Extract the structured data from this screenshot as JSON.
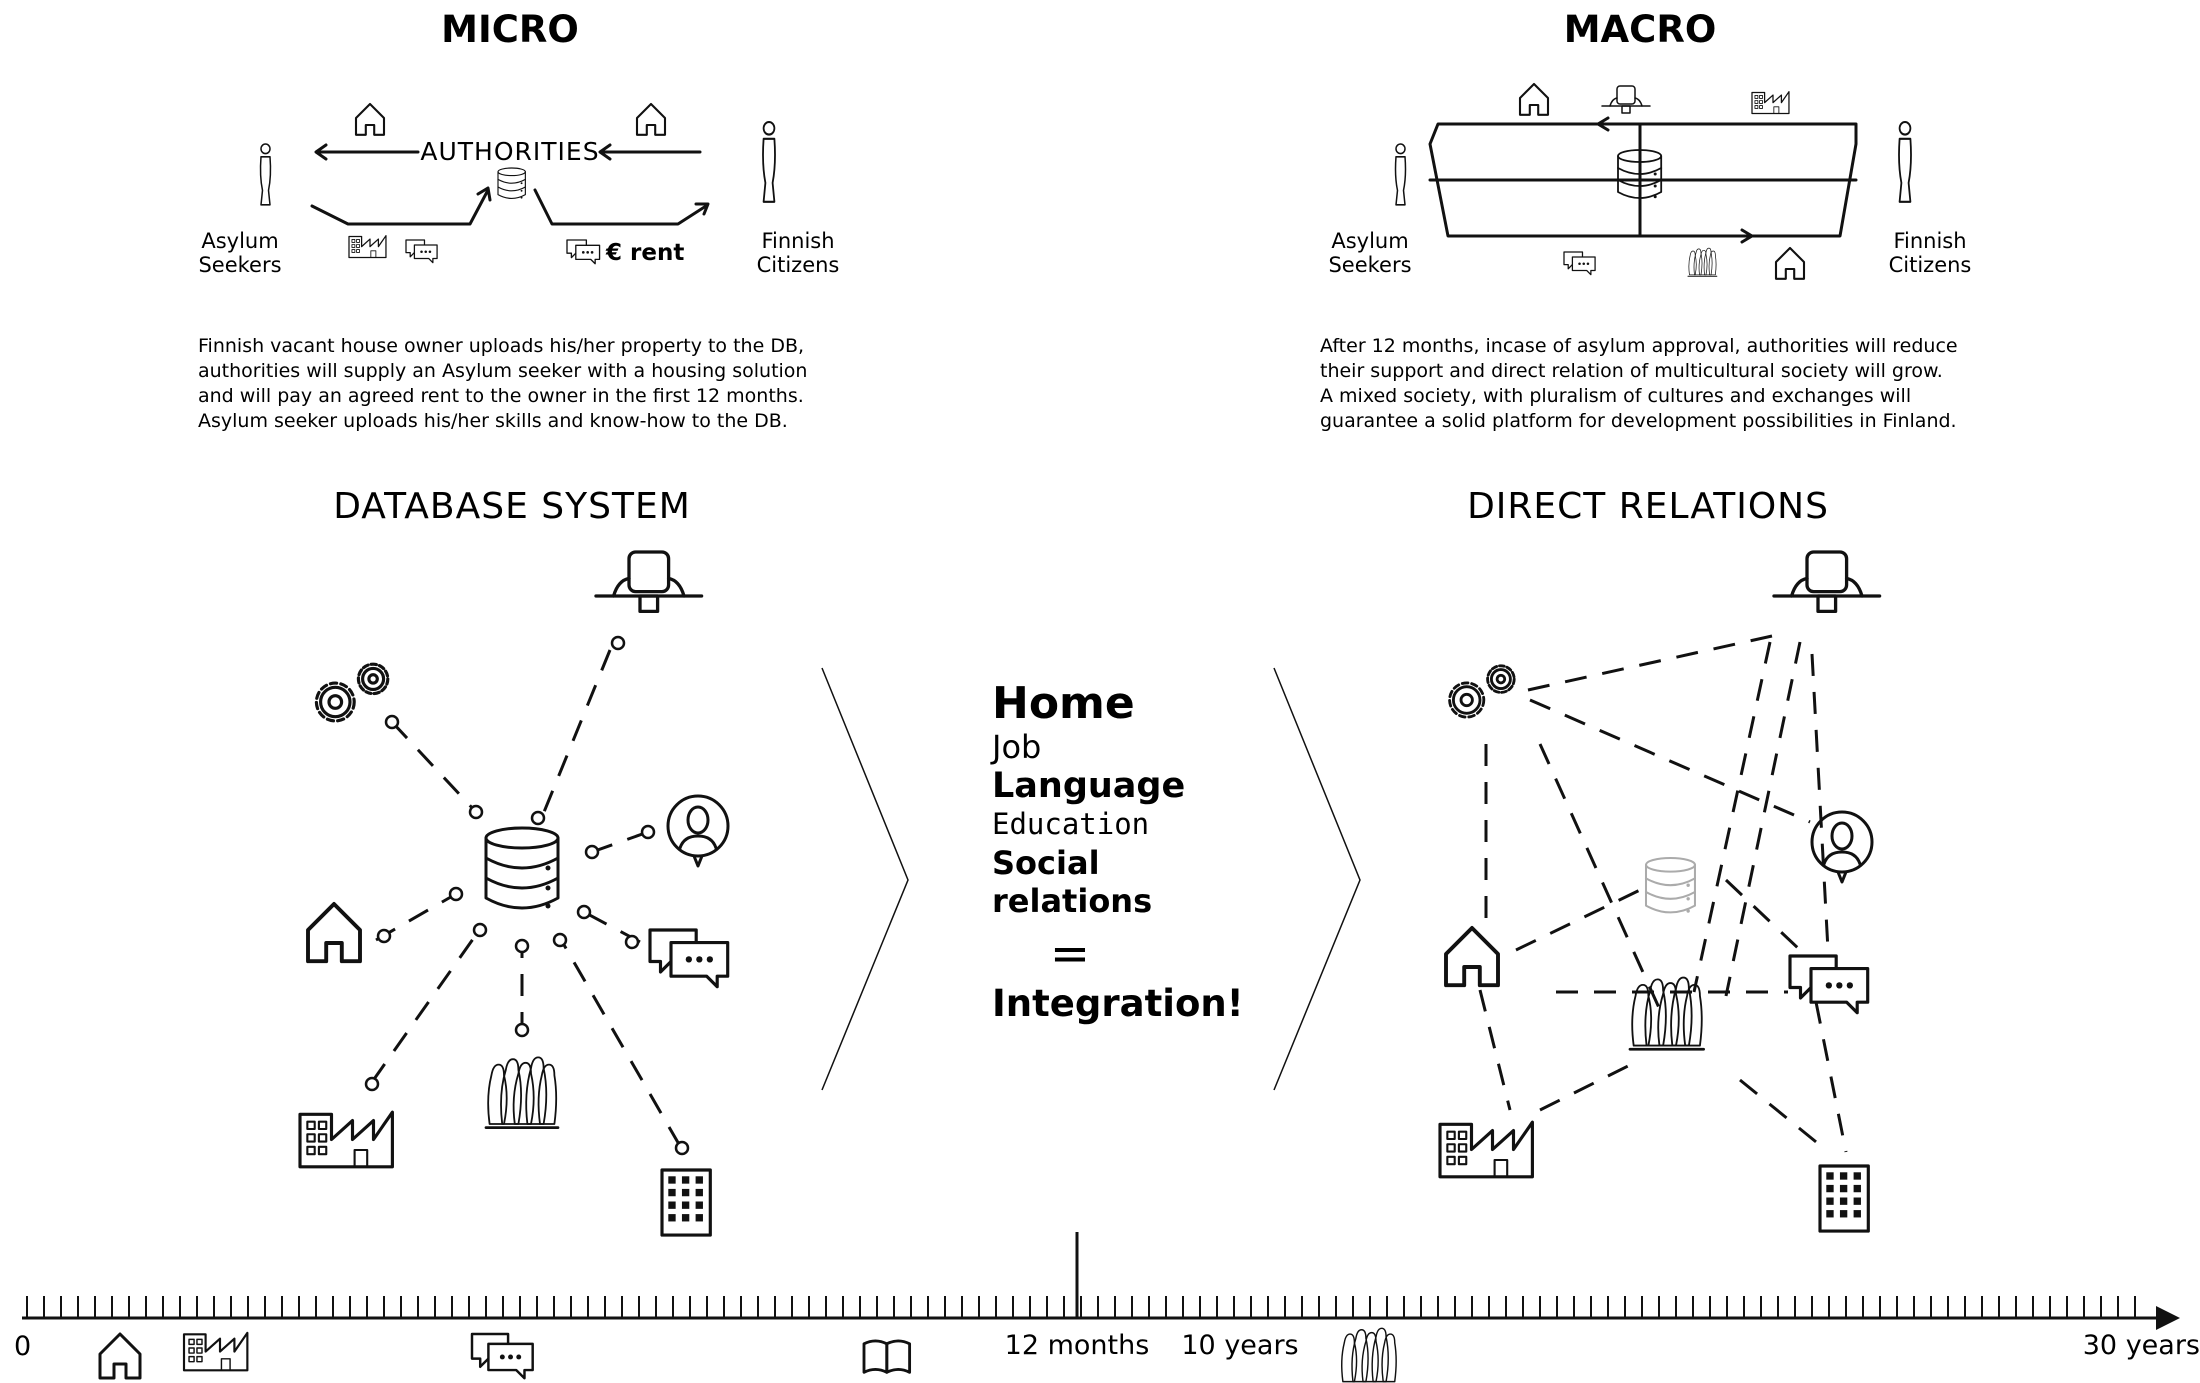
{
  "micro": {
    "title": "MICRO",
    "authorities_label": "AUTHORITIES",
    "left_label_1": "Asylum",
    "left_label_2": "Seekers",
    "right_label_1": "Finnish",
    "right_label_2": "Citizens",
    "rent_label": "€ rent",
    "description": [
      "Finnish vacant house owner uploads his/her property to the DB,",
      "authorities will supply an Asylum seeker with a housing solution",
      "and will pay an agreed rent to the owner in the first 12 months.",
      "Asylum seeker uploads his/her skills and know-how to the DB."
    ]
  },
  "macro": {
    "title": "MACRO",
    "left_label_1": "Asylum",
    "left_label_2": "Seekers",
    "right_label_1": "Finnish",
    "right_label_2": "Citizens",
    "description": [
      "After 12 months, incase of asylum approval, authorities will reduce",
      "their support and direct relation of multicultural society will grow.",
      "A mixed society, with pluralism of cultures and exchanges will",
      "guarantee a solid platform for development possibilities in Finland."
    ]
  },
  "database_system": {
    "title": "DATABASE SYSTEM"
  },
  "direct_relations": {
    "title": "DIRECT RELATIONS"
  },
  "integration": {
    "items": [
      "Home",
      "Job",
      "Language",
      "Education",
      "Social",
      "relations"
    ],
    "equals": "=",
    "result": "Integration!"
  },
  "timeline": {
    "start": "0",
    "mark_12_months": "12 months",
    "mark_10_years": "10 years",
    "end": "30 years"
  },
  "icons": [
    "house-icon",
    "factory-icon",
    "chat-icon",
    "database-icon",
    "gears-icon",
    "robot-icon",
    "person-icon",
    "crowd-icon",
    "building-icon",
    "book-icon",
    "figure-icon"
  ]
}
